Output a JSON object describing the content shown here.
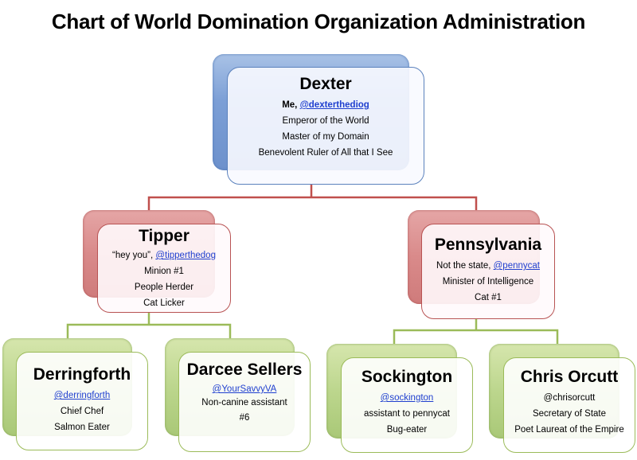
{
  "title": "Chart of World Domination Organization Administration",
  "colors": {
    "top_level": "#6d91cc",
    "second_level": "#cf7b7b",
    "third_level": "#a9c877",
    "link": "#1f3fcf"
  },
  "root": {
    "name": "Dexter",
    "prefix": "Me, ",
    "handle": "@dexterthediog",
    "lines": [
      "Emperor of the World",
      "Master of my Domain",
      "Benevolent Ruler of All that I See"
    ]
  },
  "tipper": {
    "name": "Tipper",
    "prefix": "“hey you”, ",
    "handle": "@tipperthedog",
    "lines": [
      "Minion #1",
      "People Herder",
      "Cat Licker"
    ]
  },
  "pennsylvania": {
    "name": "Pennsylvania",
    "prefix": "Not the state, ",
    "handle": "@pennycat",
    "lines": [
      "Minister of Intelligence",
      "Cat #1"
    ]
  },
  "derringforth": {
    "name": "Derringforth",
    "handle": "@derringforth",
    "lines": [
      "Chief Chef",
      "Salmon Eater"
    ]
  },
  "darcee": {
    "name": "Darcee Sellers",
    "handle": "@YourSavvyVA",
    "lines": [
      "Non-canine assistant",
      "#6"
    ]
  },
  "sockington": {
    "name": "Sockington",
    "handle": "@sockington",
    "lines": [
      "assistant to pennycat",
      "Bug-eater"
    ]
  },
  "chris": {
    "name": "Chris Orcutt",
    "handle": "@chrisorcutt",
    "lines": [
      "Secretary of State",
      "Poet Laureat of the Empire"
    ]
  }
}
